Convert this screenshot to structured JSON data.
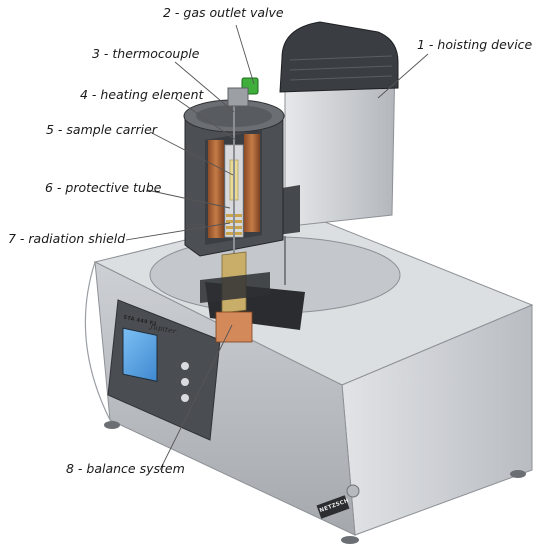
{
  "labels": {
    "gas_outlet_valve": "2 - gas outlet valve",
    "thermocouple": "3 - thermocouple",
    "hoisting_device": "1 - hoisting device",
    "heating_element": "4 - heating element",
    "sample_carrier": "5 - sample carrier",
    "protective_tube": "6 - protective tube",
    "radiation_shield": "7 - radiation shield",
    "balance_system": "8 - balance system"
  },
  "device": {
    "brand": "NETZSCH",
    "model": "STA 449 F1",
    "model_script": "Jupiter"
  },
  "colors": {
    "body": "#cfd2d6",
    "body_shadow": "#a9adb2",
    "housing_dark": "#3a3d41",
    "heater_copper": "#b06a3a",
    "sample_tube": "#e9dca0",
    "valve_green": "#3fae3a",
    "screen_blue": "#5aa6e8"
  }
}
